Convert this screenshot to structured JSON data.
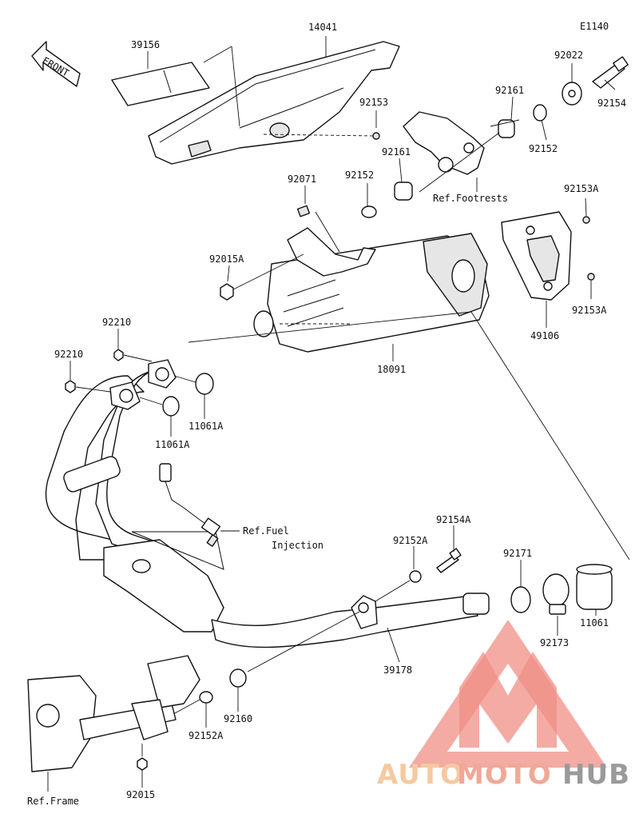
{
  "diagram_code": "E1140",
  "front_label": "FRONT",
  "parts": {
    "p14041": "14041",
    "p39156": "39156",
    "p92153": "92153",
    "p92161a": "92161",
    "p92161b": "92161",
    "p92022": "92022",
    "p92154": "92154",
    "p92152a": "92152",
    "p92152b": "92152",
    "p92071": "92071",
    "p92153A_top": "92153A",
    "p92153A_bot": "92153A",
    "p92015A": "92015A",
    "p49106": "49106",
    "p18091": "18091",
    "p92210a": "92210",
    "p92210b": "92210",
    "p11061A_a": "11061A",
    "p11061A_b": "11061A",
    "p92154A": "92154A",
    "p92152A_a": "92152A",
    "p92171": "92171",
    "p92173": "92173",
    "p11061": "11061",
    "p39178": "39178",
    "p92160": "92160",
    "p92152A_b": "92152A",
    "p92015": "92015"
  },
  "refs": {
    "footrests": "Ref.Footrests",
    "fuel_1": "Ref.Fuel",
    "fuel_2": "Injection",
    "frame": "Ref.Frame"
  },
  "watermark": {
    "part1": "AUTO",
    "part2": "MOTO",
    "part3": "HUB",
    "color1": "#f5c9a0",
    "color2": "#f0a898",
    "color3": "#9a9a9a",
    "logo_color": "#ef8f86"
  }
}
